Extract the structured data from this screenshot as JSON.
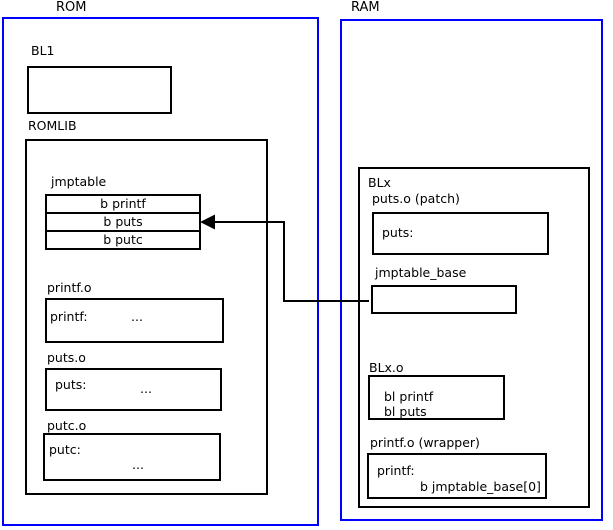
{
  "rom": {
    "title": "ROM",
    "bl1_label": "BL1",
    "romlib": {
      "label": "ROMLIB",
      "jmptable": {
        "label": "jmptable",
        "entries": [
          "b printf",
          "b puts",
          "b putc"
        ]
      },
      "objects": [
        {
          "label": "printf.o",
          "symbol": "printf:",
          "ellipsis": "..."
        },
        {
          "label": "puts.o",
          "symbol": "puts:",
          "ellipsis": "..."
        },
        {
          "label": "putc.o",
          "symbol": "putc:",
          "ellipsis": "..."
        }
      ]
    }
  },
  "ram": {
    "title": "RAM",
    "blx": {
      "label": "BLx",
      "puts_patch": {
        "label": "puts.o (patch)",
        "symbol": "puts:"
      },
      "jmptable_base": {
        "label": "jmptable_base"
      },
      "blx_o": {
        "label": "BLx.o",
        "instructions": [
          "bl printf",
          "bl puts"
        ]
      },
      "printf_wrapper": {
        "label": "printf.o (wrapper)",
        "symbol": "printf:",
        "instruction": "b jmptable_base[0]"
      }
    }
  },
  "arrow": {
    "from": "jmptable_base",
    "to": "b puts"
  },
  "colors": {
    "region_border": "#0000ff",
    "box_border": "#000000",
    "background": "#ffffff",
    "text": "#000000"
  }
}
